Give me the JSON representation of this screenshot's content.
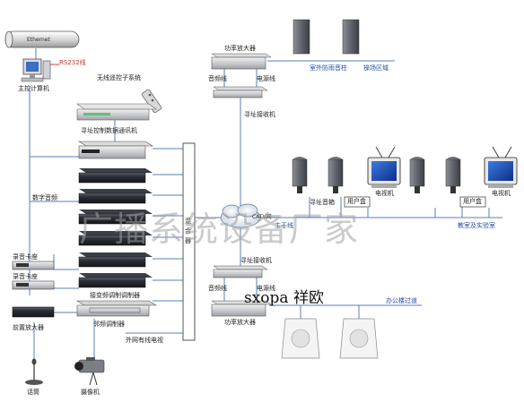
{
  "network": {
    "ethernet": "Ethernet",
    "rs232": "RS232线",
    "catv": "CATV网"
  },
  "control": {
    "main_computer": "主控计算机",
    "wireless_remote_system": "无线遥控子系统",
    "addressing_control_modem": "寻址控制数据通讯机"
  },
  "sources": {
    "digital_audio": "数字音频",
    "tape_deck_1": "录音卡座",
    "tape_deck_2": "录音卡座",
    "front_amplifier": "前置放大器",
    "microphone": "话筒",
    "camera": "摄像机"
  },
  "modulators": {
    "adjacent_modulator": "邻频调制器",
    "receiver_modulator": "接变频调制调制器",
    "mixer": "混合器",
    "external_cable_tv": "外网有线电视"
  },
  "top_zone": {
    "power_amplifier": "功率放大器",
    "audio_line": "音频线",
    "power_line": "电源线",
    "addressing_receiver": "寻址接收机",
    "outdoor_speaker": "室外防雨音柱",
    "playground": "操场区域"
  },
  "mid_zone": {
    "addressing_speaker": "寻址音箱",
    "user_box_1": "用户盒",
    "user_box_2": "用户盒",
    "tv_1": "电视机",
    "tv_2": "电视机",
    "trunk_line": "主干线",
    "classroom": "教室及实验室"
  },
  "bottom_zone": {
    "addressing_receiver": "寻址接收机",
    "audio_line": "音频线",
    "power_line": "电源线",
    "power_amplifier": "功率放大器",
    "office_building": "办公楼过道"
  },
  "watermark": "广播系统设备厂家",
  "brand": "sxopa 祥欧",
  "colors": {
    "wire": "#5a7fb8",
    "red_label": "#c0392b",
    "blue_label": "#1f4fa3",
    "device_dark": "#2b2f36"
  }
}
